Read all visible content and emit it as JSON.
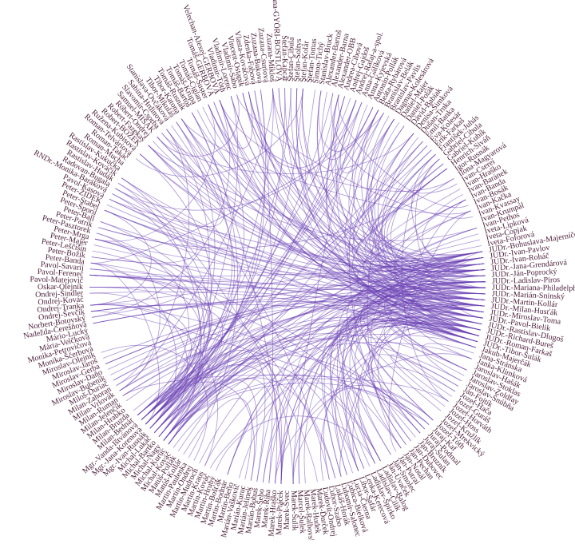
{
  "diagram": {
    "type": "hierarchical-edge-bundling",
    "colors": {
      "link": "#6a3fb5",
      "label": "#4a1e38"
    },
    "nodes": [
      "JUDr.-Bohuslava-Majerníček",
      "JUDr.-Ivan-Pavlov",
      "JUDr.-Ivan-Roháč",
      "JUDr.-Jana-Grendárová",
      "JUDr.-Ján-Poprocký",
      "JUDr.-Ladislav-Piros",
      "JUDr.-Mariana-Philadelphyová",
      "JUDr.-Marián-Sninský",
      "JUDr.-Martin-Kollár",
      "JUDr.-Milan-Husťák",
      "JUDr.-Miroslav-Toma",
      "JUDr.-Pavol-Bielik",
      "JUDr.-Rastislav-Dlugoš",
      "JUDr.-Richard-Bureš",
      "JUDr.-Roman-Farkaš",
      "JUDr.-Tibor-Šulák",
      "Jakub-Majerčák",
      "Jana-Stránska",
      "Janka-Klimková",
      "Jaroslav-Hašák",
      "Jaroslav-Stoklas",
      "Jaroslav-Zoldfay",
      "Jaroslav-Šnúbňa",
      "Ján-Fojtík",
      "Jozef-Hača",
      "Jozef-Guráš",
      "Jozef-Horváth",
      "Jozef-Hoss",
      "Jozef-Kružlík",
      "Jozef-Mrekvický",
      "Jozef-Tóth",
      "Juraj-Kaf",
      "Juraj-Podmal",
      "Juraj-Šulan",
      "Ján-Bruzník",
      "Ján-Dubovec",
      "Ján-Pechan",
      "Ján-Nosál",
      "Ján-Putrai",
      "Ján-Smolec",
      "Ján-Uvaček",
      "Ladislav-Balog",
      "Ladislav-Čilík",
      "Ladislav-Špirko",
      "Lenka-Kerecová",
      "Libor-Šafár",
      "Lucia-Čierna",
      "Ľubica-Bielková",
      "Ľubomír-Salonec",
      "Lukáš-Horák",
      "Ľubor-Szabo",
      "Ľudovít-Ondrej",
      "Marek-Ďurček",
      "Marek-Hudek",
      "Marek-Ralbovský",
      "Marcel-Šulek",
      "Marek-Šulík",
      "Marek-Švec",
      "Marek-Ptáček",
      "Marek-Hraško",
      "Marek-Říha",
      "Marek-Šebo",
      "Marián-Bohuš",
      "Marián-Jelínek",
      "Marián-Kuruc",
      "Marián-Vaškovič",
      "Martin-Beňo",
      "Martin-Bodnár",
      "Martin-Bošťák",
      "Martin-Hrubý",
      "Martin-Kováč",
      "Martin-Kraus",
      "Martin-Mudroch",
      "Martin-Ondrej",
      "Martin-Paulenka",
      "Matúš-Kollár",
      "Matúš-Pollák",
      "Michal-Kováč",
      "Michal-Kuruc",
      "Michal-Nagy",
      "Michal-Bartko",
      "Michal-Lukáč",
      "Mgr.-Ivan-Rusnák",
      "Mgr.-Jana-Korenová",
      "Mgr.-Vanda-Ištvánová",
      "Milan-Bednár",
      "Milan-Bruzda",
      "Milan-Hrabko",
      "Milan-Jelenčík",
      "Milan-Ruman",
      "Milan-Vrlovák",
      "Milan-Zahoran",
      "Miloš-Ďuriač",
      "Miroslav-Bubeník",
      "Miroslav-Daňo",
      "Miroslav-Gerba",
      "Miroslav-Jaroš",
      "Miroslav-Olejník",
      "Monika-Ščerbová",
      "Monika-Petrovičová",
      "Mária-Velčková",
      "Mário-Lucký",
      "Nadežda-Čerešňová",
      "Norbert-Botovský",
      "Ondrej-Ševčík",
      "Ondrej-Tranka",
      "Ondrej-Kováč",
      "Ondrej-Šindler",
      "Oskar-Olejník",
      "Pavol-Matejovič",
      "Pavol-Ferenec",
      "Pavol-Savarij",
      "Peter-Banda",
      "Peter-Božík",
      "Peter-Leščišin",
      "Peter-Majer",
      "Peter-Mrga",
      "Peter-Pasztorek",
      "Peter-Patrik",
      "Peter-Ball",
      "Peter-Šporil",
      "Peter-Stabel",
      "Peter-ŽIDEK",
      "Pavol-Kasová",
      "RNDr.-Monika-Baráková",
      "Radovan-Bugala",
      "Rastislav-Hudák",
      "Rastislav-Kováčik",
      "Rastislav-Kukučka",
      "Roman-Mucha",
      "Roman-Takáč",
      "Roman-Telváriová",
      "Ružena-Kubisová",
      "Robert-BOŽEK",
      "Robert-Fazekaš",
      "Róbert-Ondrej",
      "Samuel-MIŠÁK",
      "Slavomír-Csorba",
      "Sabína-Hrdinová",
      "Stanislava-Ovčáková",
      "Tibor-Mikuláš",
      "Tibor-Katona",
      "Tomáš-Rusnák",
      "Tomáš-Bartoš",
      "Tomáš-Krupa",
      "Tomáš-Ciglan",
      "Tomáš-Šuster",
      "Tomáš-GERBOVÁ",
      "Velechan-Alexej-GERBOVÁ",
      "Vladimír-Tóth",
      "Vladimír-Lorenc",
      "Vladimír-Sabo",
      "Vincent-Ostapik",
      "Vlasta-Kováčová",
      "Zdenka-Fabová",
      "Zuzana-Buková",
      "Zuzana-Csuriová",
      "Zuzana-Mikloš",
      "Zuzana-GYÖRI-BOSTLOVÁ",
      "Štefan-Kapcár",
      "Štefan-Cibula",
      "Štefan-Šoltys",
      "Štefan-Kolár",
      "Štefan-Tomas",
      "Šimon-Tichý",
      "Stanislav-Bruck",
      "Alexander-Bartoš",
      "Alexander-Barna",
      "Alexander-OBB",
      "Andrea-Cibová",
      "Andrej-Gajdoš",
      "Andrej-Rafaj-a-spol.",
      "Anna-Gálíková",
      "Anna-Kyjevská",
      "Antonín-Pollák",
      "Beáta-Rybárová",
      "Branislav-Belák",
      "Branislav-Pavlis",
      "Dagmar-Kolesárová",
      "Daniel-Majer",
      "Daniel-Polák",
      "Dávid-Babiak",
      "Denisa-Šimková",
      "Dušan-Trnka",
      "Emil-Banka",
      "Eva-Kolesár",
      "Erik-Farkaš",
      "František-Juhás",
      "Gabriel-Cibula",
      "Gabriel-Kubík",
      "Henrich-Siváň",
      "Igor-Rusnák",
      "Ilona-Magyarová",
      "Ivan-Csereí",
      "Ivan-Hraško",
      "Ivan-Baránek",
      "Ivan-Banda",
      "Ivan-Bosák",
      "Ivan-Kačka",
      "Ivan-Kvassay",
      "Ivan-Krumpál",
      "Ivan-Pethos",
      "Iveta-Lipková",
      "Iveta-Copjak",
      "Iveta-Foforová"
    ]
  }
}
